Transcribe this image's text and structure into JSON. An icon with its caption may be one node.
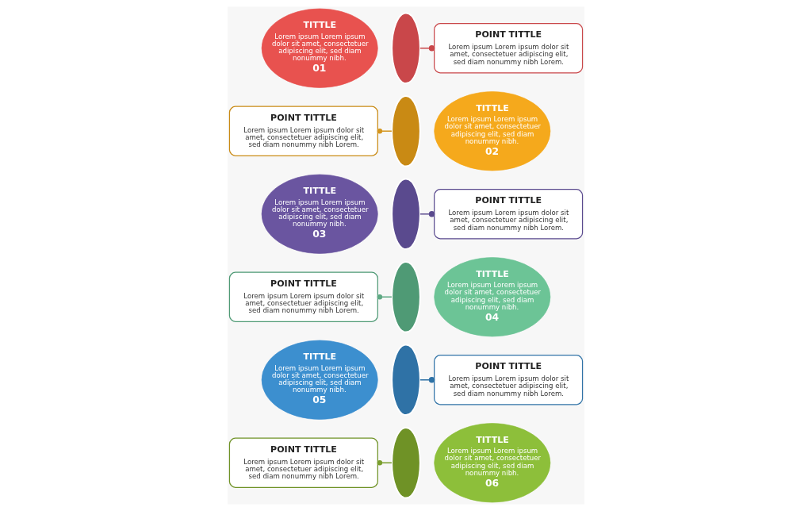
{
  "diagram": {
    "nodes": [
      {
        "text": [
          "TITTLE",
          "Lorem ipsum Lorem ipsum dolor sit amet, consectetuer adipiscing elit, sed diam nonummy nibh.",
          "01"
        ]
      },
      {
        "text": [],
        "shape": "ellipse"
      },
      {
        "text": [
          "POINT TITTLE",
          "Lorem ipsum Lorem ipsum dolor sit amet, consectetuer adipiscing elit, sed diam nonummy nibh Lorem."
        ]
      },
      {
        "text": [
          "POINT TITTLE",
          "Lorem ipsum Lorem ipsum dolor sit amet, consectetuer adipiscing elit, sed diam nonummy nibh Lorem."
        ]
      },
      {
        "text": [],
        "shape": "ellipse"
      },
      {
        "text": [
          "TITTLE",
          "Lorem ipsum Lorem ipsum dolor sit amet, consectetuer adipiscing elit, sed diam nonummy nibh.",
          "02"
        ]
      },
      {
        "text": [
          "TITTLE",
          "Lorem ipsum Lorem ipsum dolor sit amet, consectetuer adipiscing elit, sed diam nonummy nibh.",
          "03"
        ]
      },
      {
        "text": [],
        "shape": "ellipse"
      },
      {
        "text": [
          "POINT TITTLE",
          "Lorem ipsum Lorem ipsum dolor sit amet, consectetuer adipiscing elit, sed diam nonummy nibh Lorem."
        ]
      },
      {
        "text": [
          "POINT TITTLE",
          "Lorem ipsum Lorem ipsum dolor sit amet, consectetuer adipiscing elit, sed diam nonummy nibh Lorem."
        ]
      },
      {
        "text": [],
        "shape": "ellipse"
      },
      {
        "text": [
          "TITTLE",
          "Lorem ipsum Lorem ipsum dolor sit amet, consectetuer adipiscing elit, sed diam nonummy nibh.",
          "04"
        ]
      },
      {
        "text": [
          "TITTLE",
          "Lorem ipsum Lorem ipsum dolor sit amet, consectetuer adipiscing elit, sed diam nonummy nibh.",
          "05"
        ]
      },
      {
        "text": [],
        "shape": "ellipse"
      },
      {
        "text": [
          "POINT TITTLE",
          "Lorem ipsum Lorem ipsum dolor sit amet, consectetuer adipiscing elit, sed diam nonummy nibh Lorem."
        ]
      },
      {
        "text": [
          "POINT TITTLE",
          "Lorem ipsum Lorem ipsum dolor sit amet, consectetuer adipiscing elit, sed diam nonummy nibh Lorem."
        ]
      },
      {
        "text": [],
        "shape": "ellipse"
      },
      {
        "text": [
          "TITTLE",
          "Lorem ipsum Lorem ipsum dolor sit amet, consectetuer adipiscing elit, sed diam nonummy nibh.",
          "06"
        ]
      }
    ],
    "edges": [
      {
        "from": 1,
        "to": 2,
        "arrow": "other",
        "color": "#c9474a"
      },
      {
        "from": 4,
        "to": 3,
        "arrow": "other",
        "color": "#d4951e"
      },
      {
        "from": 7,
        "to": 8,
        "arrow": "other",
        "color": "#5a4a8e"
      },
      {
        "from": 10,
        "to": 9,
        "arrow": "other",
        "color": "#5fa984"
      },
      {
        "from": 13,
        "to": 14,
        "arrow": "other",
        "color": "#2f72a6"
      },
      {
        "from": 16,
        "to": 15,
        "arrow": "other",
        "color": "#7a9e2e"
      }
    ]
  }
}
